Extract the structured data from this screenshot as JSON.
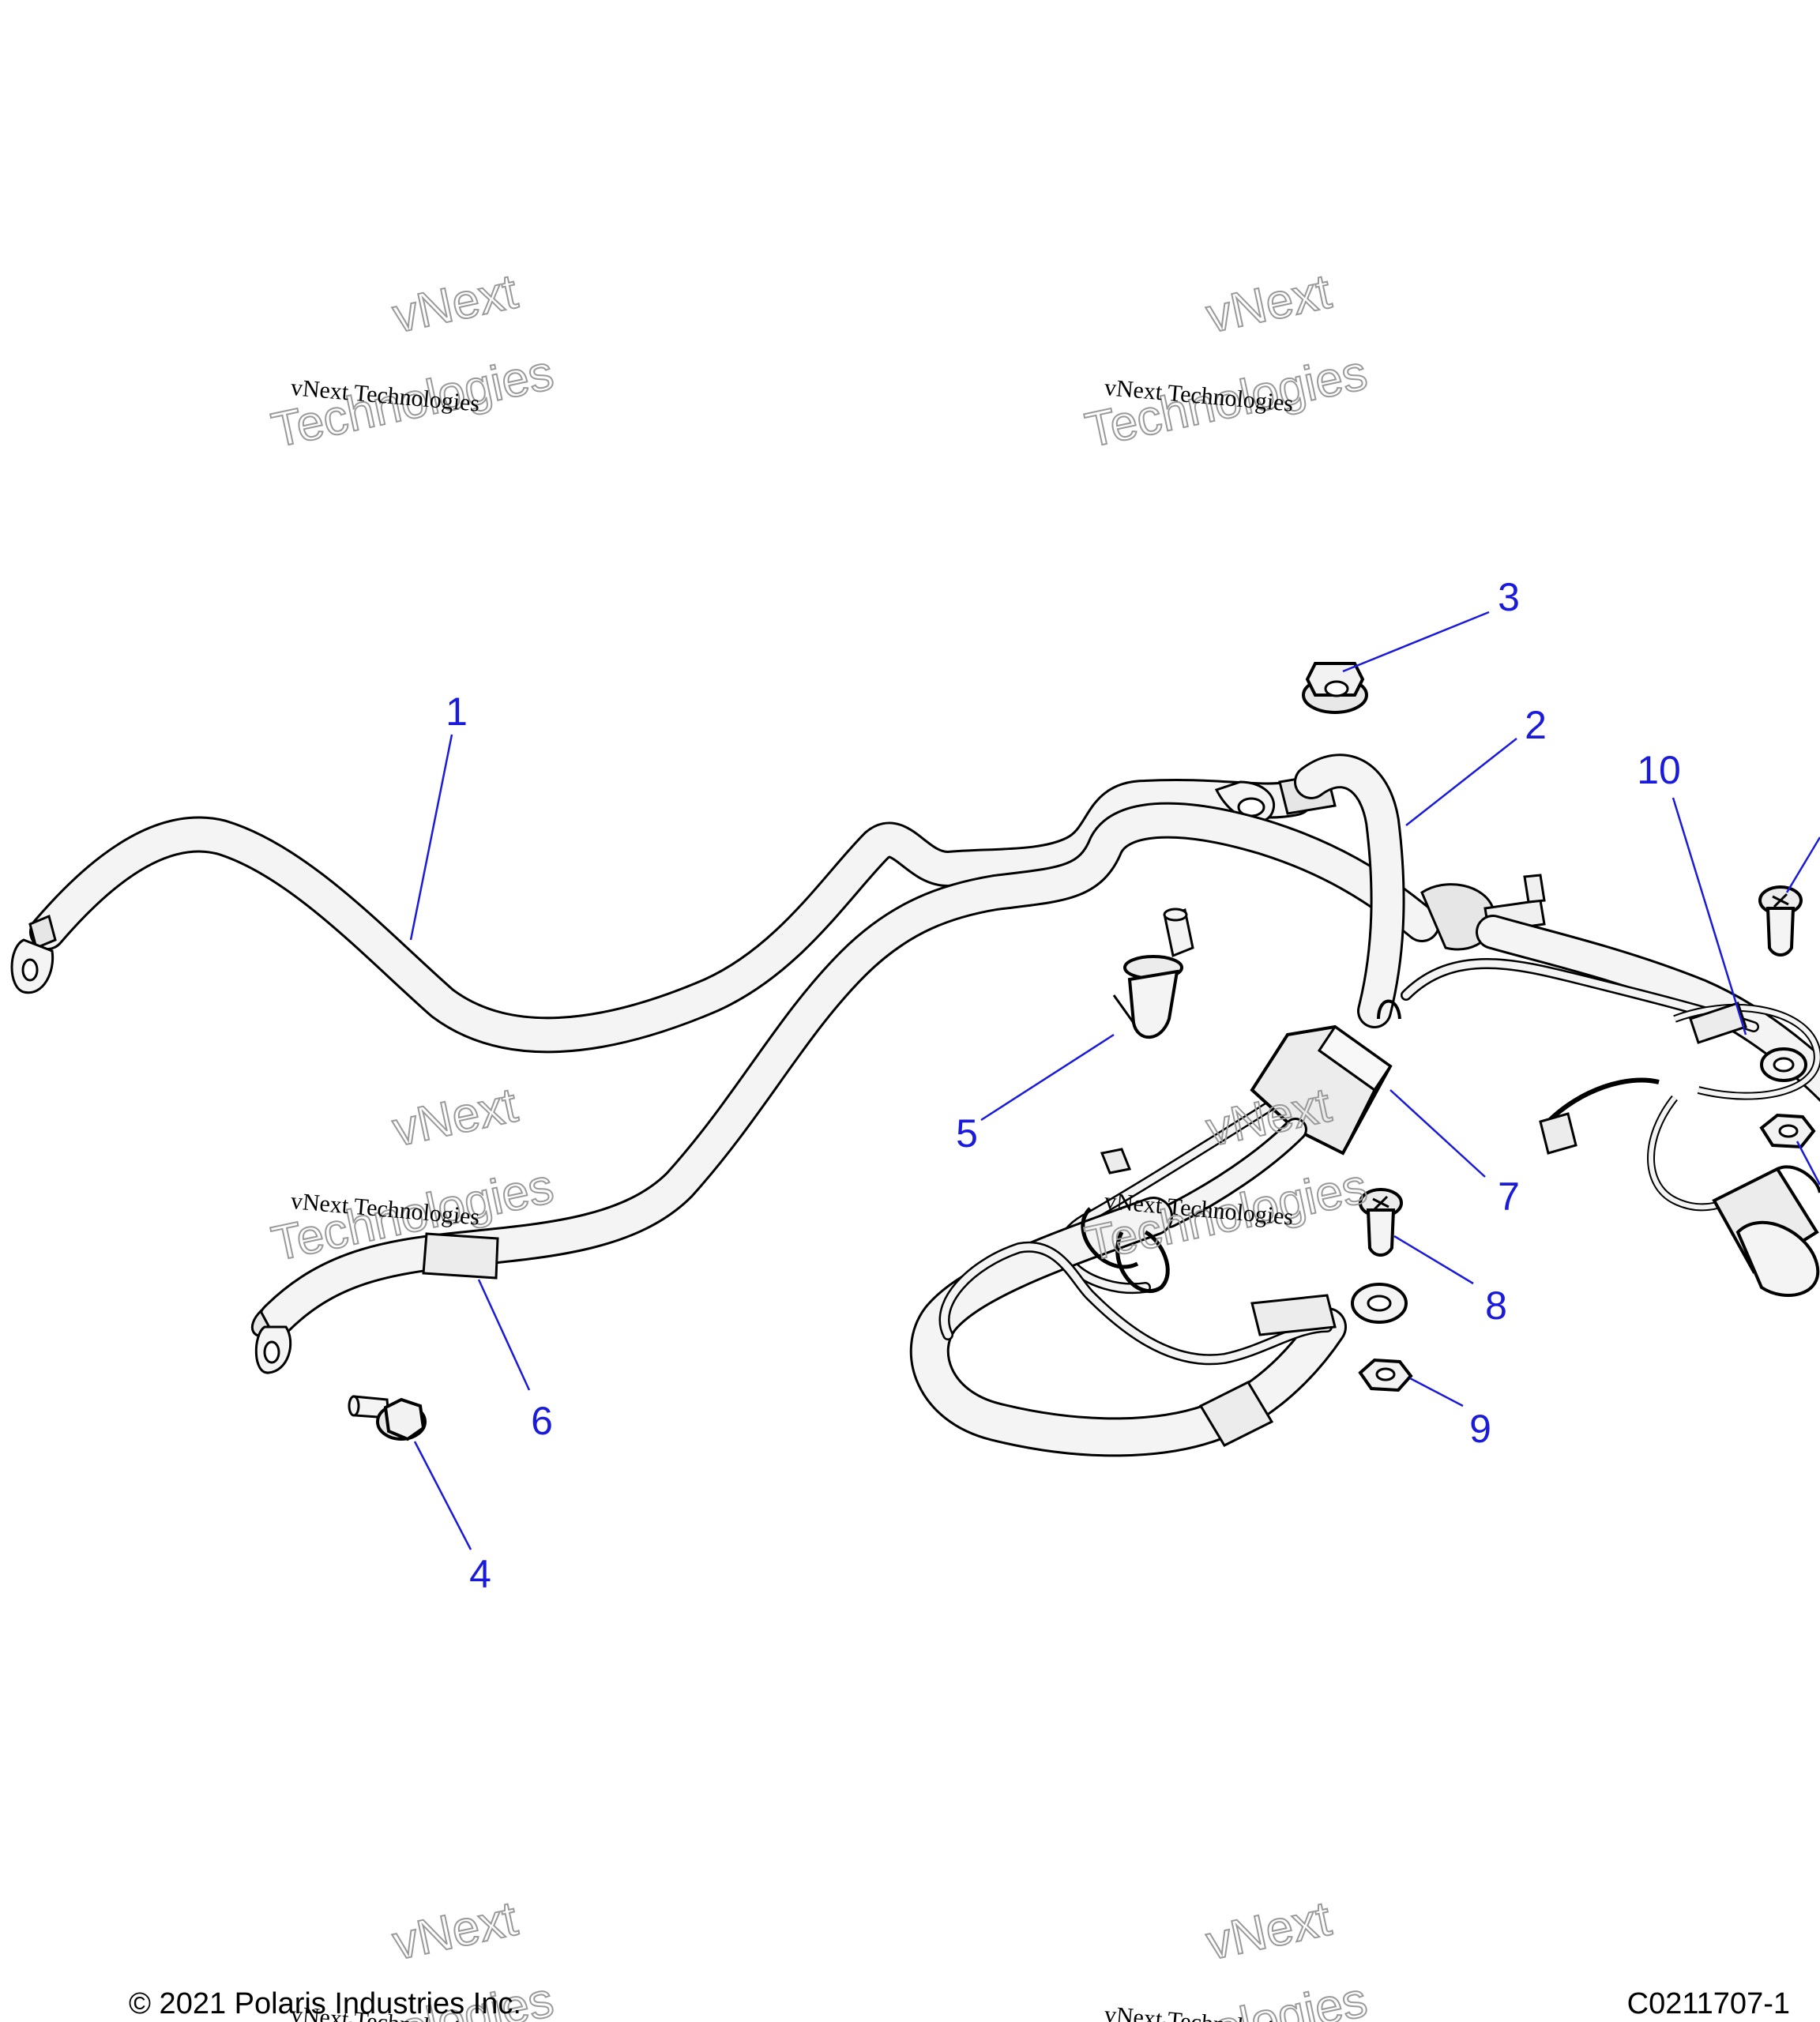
{
  "callouts": [
    {
      "label": "1"
    },
    {
      "label": "2"
    },
    {
      "label": "3"
    },
    {
      "label": "4"
    },
    {
      "label": "5"
    },
    {
      "label": "6"
    },
    {
      "label": "7"
    },
    {
      "label": "8"
    },
    {
      "label": "9"
    },
    {
      "label": "10"
    }
  ],
  "watermark": {
    "small_text": "vNext Technologies",
    "big_line1": "vNext",
    "big_line2": "Technologies"
  },
  "footer": {
    "copyright": "© 2021 Polaris Industries Inc.",
    "drawing_number": "C0211707-1"
  },
  "colors": {
    "callout": "#1a1adc",
    "line": "#000000",
    "cable_fill": "#f4f4f4",
    "part_fill": "#e6e6e6"
  }
}
